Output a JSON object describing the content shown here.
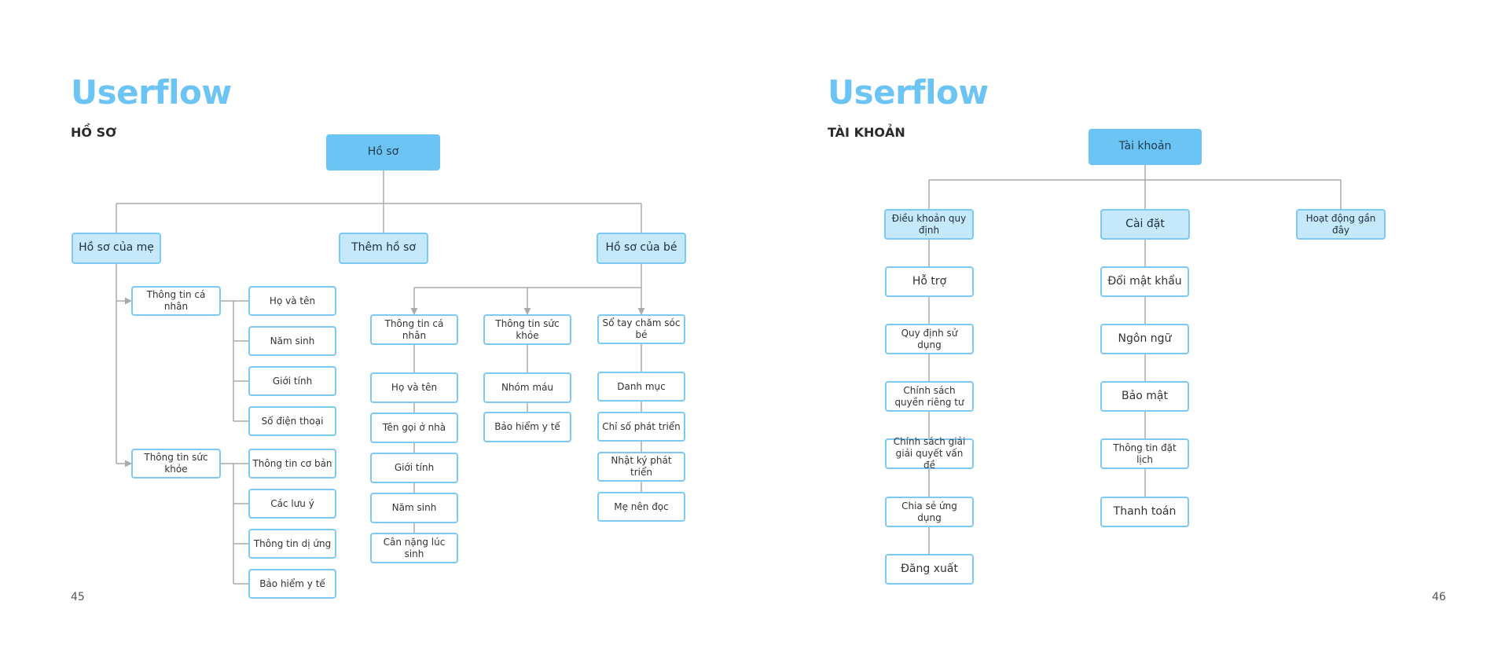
{
  "left_page": {
    "title": "Userflow",
    "section": "HỒ SƠ",
    "page_number": "45",
    "root": "Hồ sơ",
    "branches": {
      "mother": "Hồ sơ của mẹ",
      "add": "Thêm hồ sơ",
      "baby": "Hồ sơ của bé"
    },
    "mother_personal": {
      "label": "Thông tin cá nhân",
      "items": [
        "Họ và tên",
        "Năm sinh",
        "Giới tính",
        "Số điện thoại"
      ]
    },
    "mother_health": {
      "label": "Thông tin sức khỏe",
      "items": [
        "Thông tin cơ bản",
        "Các lưu ý",
        "Thông tin dị ứng",
        "Bảo hiểm y tế"
      ]
    },
    "baby_personal": {
      "label": "Thông tin cá nhân",
      "items": [
        "Họ và tên",
        "Tên gọi ở nhà",
        "Giới tính",
        "Năm sinh",
        "Cân nặng lúc sinh"
      ]
    },
    "baby_health": {
      "label": "Thông tin sức khỏe",
      "items": [
        "Nhóm máu",
        "Bảo hiểm y tế"
      ]
    },
    "baby_handbook": {
      "label": "Sổ tay chăm sóc bé",
      "items": [
        "Danh mục",
        "Chỉ số phát triển",
        "Nhật ký phát triển",
        "Mẹ nên đọc"
      ]
    }
  },
  "right_page": {
    "title": "Userflow",
    "section": "TÀI KHOẢN",
    "page_number": "46",
    "root": "Tài khoản",
    "terms": {
      "label": "Điều khoản quy định",
      "items": [
        "Hỗ trợ",
        "Quy định sử dụng",
        "Chính sách quyền riêng tư",
        "Chính sách giải giải quyết vấn đề",
        "Chia sẻ ứng dụng",
        "Đăng xuất"
      ]
    },
    "settings": {
      "label": "Cài đặt",
      "items": [
        "Đổi mật khẩu",
        "Ngôn ngữ",
        "Bảo mật",
        "Thông tin đặt lịch",
        "Thanh toán"
      ]
    },
    "recent": {
      "label": "Hoạt động gần đây"
    }
  },
  "colors": {
    "title": "#6cc4f4",
    "root_fill": "#6cc4f4",
    "branch_fill": "#c6e8fb",
    "node_border": "#7ccaf3",
    "connector": "#aaaaaa"
  }
}
